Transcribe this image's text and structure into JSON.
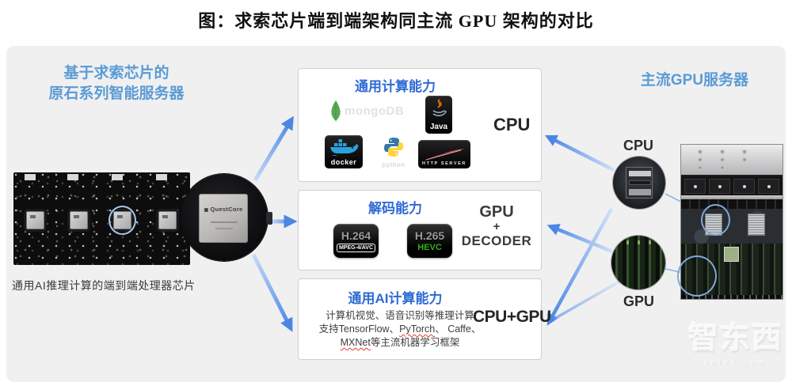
{
  "title": "图：求索芯片端到端架构同主流 GPU 架构的对比",
  "left_section": {
    "heading_line1": "基于求索芯片的",
    "heading_line2": "原石系列智能服务器",
    "chip_name": "QuestCore",
    "caption": "通用AI推理计算的端到端处理器芯片"
  },
  "capability_boxes": {
    "general_compute": {
      "heading": "通用计算能力",
      "right_label": "CPU",
      "logos": {
        "mongodb": "mongoDB",
        "java": "Java",
        "docker": "docker",
        "python": "python",
        "apache": "HTTP SERVER"
      }
    },
    "decode": {
      "heading": "解码能力",
      "badge_h264": {
        "title": "H.264",
        "subtitle": "MPEG-4/AVC"
      },
      "badge_h265": {
        "title": "H.265",
        "subtitle": "HEVC"
      },
      "right_label_line1": "GPU",
      "right_label_line2": "+",
      "right_label_line3": "DECODER"
    },
    "ai_compute": {
      "heading": "通用AI计算能力",
      "body_line1": "计算机视觉、语音识别等推理计算",
      "body_line2_prefix": "支持TensorFlow、",
      "body_line2_typo1": "PyTorch",
      "body_line2_mid": "、 Caffe、",
      "body_line3_typo2": "MXNet",
      "body_line3_suffix": "等主流机器学习框架",
      "right_label": "CPU+GPU"
    }
  },
  "right_section": {
    "heading": "主流GPU服务器",
    "cpu_label": "CPU",
    "gpu_label": "GPU"
  },
  "watermark": {
    "logo_text": "智东西",
    "domain_text": "zhidx.com"
  },
  "colors": {
    "section_title_blue": "#5b9bd5",
    "box_heading_blue": "#2e6ad4",
    "arrow_blue": "#4b86e4",
    "hevc_green": "#35b01f",
    "mongodb_green": "#58aa50",
    "docker_blue": "#2aa3dd",
    "python_blue": "#3776ab",
    "python_yellow": "#ffd43b",
    "panel_bg": "#f0f0f1"
  }
}
